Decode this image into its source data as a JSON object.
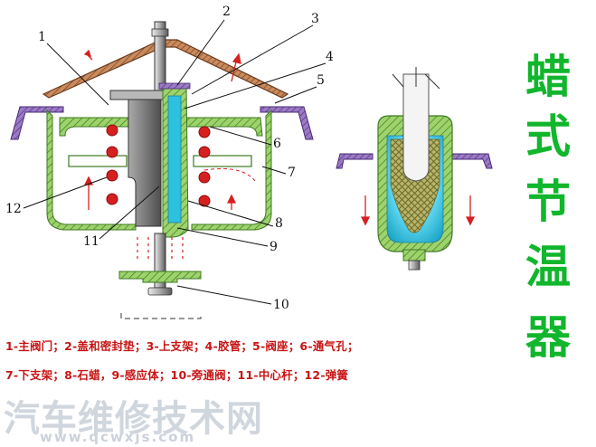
{
  "title": "蜡式节温器",
  "callouts": {
    "c1": "1",
    "c2": "2",
    "c3": "3",
    "c4": "4",
    "c5": "5",
    "c6": "6",
    "c7": "7",
    "c8": "8",
    "c9": "9",
    "c10": "10",
    "c11": "11",
    "c12": "12"
  },
  "legend": {
    "line1": "1-主阀门；2-盖和密封垫；3-上支架；4-胶管；5-阀座；6-通气孔；",
    "line2": "7-下支架；8-石蜡，9-感应体；10-旁通阀；11-中心杆；12-弹簧"
  },
  "watermark": {
    "text": "汽车维修技术网",
    "url": "www.qcwxjs.com"
  },
  "colors": {
    "title": "#11b62c",
    "legend": "#c81414",
    "frame_brown": "#8b4a2b",
    "seat_purple": "#6c3d96",
    "body_green": "#5ea83c",
    "spring_red": "#d62020",
    "wax_olive": "#9a9a4a",
    "water_blue": "#34c8e0"
  }
}
